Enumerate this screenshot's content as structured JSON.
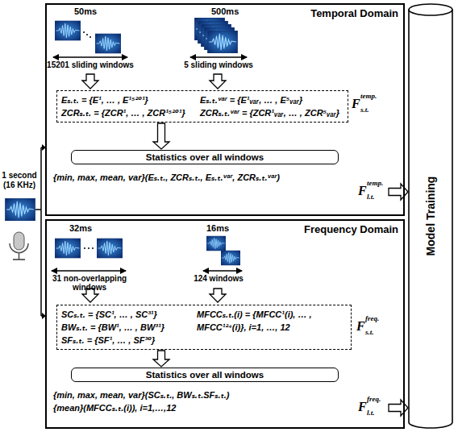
{
  "diagram": {
    "nodes": [
      {
        "text": [
          "Temporal Domain"
        ]
      },
      {
        "text": [
          "Eₛ.ₜ. = {E¹, … , E¹⁵²⁰¹}",
          "ZCRₛ.ₜ. = {ZCR¹, … , ZCR¹⁵²⁰¹}",
          "Eₛ.ₜ.ᵛᵃʳ = {E¹ᵥₐᵣ, … , E⁵ᵥₐᵣ}",
          "ZCRₛ.ₜ.ᵛᵃʳ = {ZCR¹ᵥₐᵣ, … , ZCR⁵ᵥₐᵣ}"
        ],
        "in": 0
      },
      {
        "text": [
          "Statistics over all windows"
        ],
        "in": 0
      },
      {
        "text": [
          "Frequency Domain"
        ]
      },
      {
        "text": [
          "SCₛ.ₜ. = {SC¹, … , SC³¹}",
          "BWₛ.ₜ. = {BW¹, … , BW³¹}",
          "SFₛ.ₜ. = {SF¹, … , SF³⁰}",
          "MFCCₛ.ₜ.(i) = {MFCC¹(i), … , MFCC¹²⁴(i)}, i=1, …, 12"
        ],
        "in": 3
      },
      {
        "text": [
          "Statistics over all windows"
        ],
        "in": 3
      },
      {
        "text": [
          "Model Training"
        ]
      }
    ],
    "edges": [
      {
        "from": 1,
        "to": 2,
        "arrow": "to"
      },
      {
        "from": 4,
        "to": 5,
        "arrow": "to"
      },
      {
        "from": 0,
        "to": 6,
        "arrow": "to"
      },
      {
        "from": 3,
        "to": 6,
        "arrow": "to"
      }
    ],
    "labels": [
      "1 second (16 KHz)",
      "50ms",
      "500ms",
      "15201 sliding windows",
      "5 sliding windows",
      "F",
      "temp.",
      "s.t.",
      "{min, max, mean, var}(Eₛ.ₜ., ZCRₛ.ₜ., Eₛ.ₜ.ᵛᵃʳ, ZCRₛ.ₜ.ᵛᵃʳ)",
      "F",
      "temp.",
      "l.t.",
      "32ms",
      "16ms",
      "31 non-overlapping windows",
      "124 windows",
      "F",
      "freq.",
      "s.t.",
      "{min, max, mean, var}(SCₛ.ₜ., BWₛ.ₜ.SFₛ.ₜ.)",
      "{mean}(MFCCₛ.ₜ.(i)), i=1,…,12",
      "F",
      "freq.",
      "l.t."
    ]
  }
}
